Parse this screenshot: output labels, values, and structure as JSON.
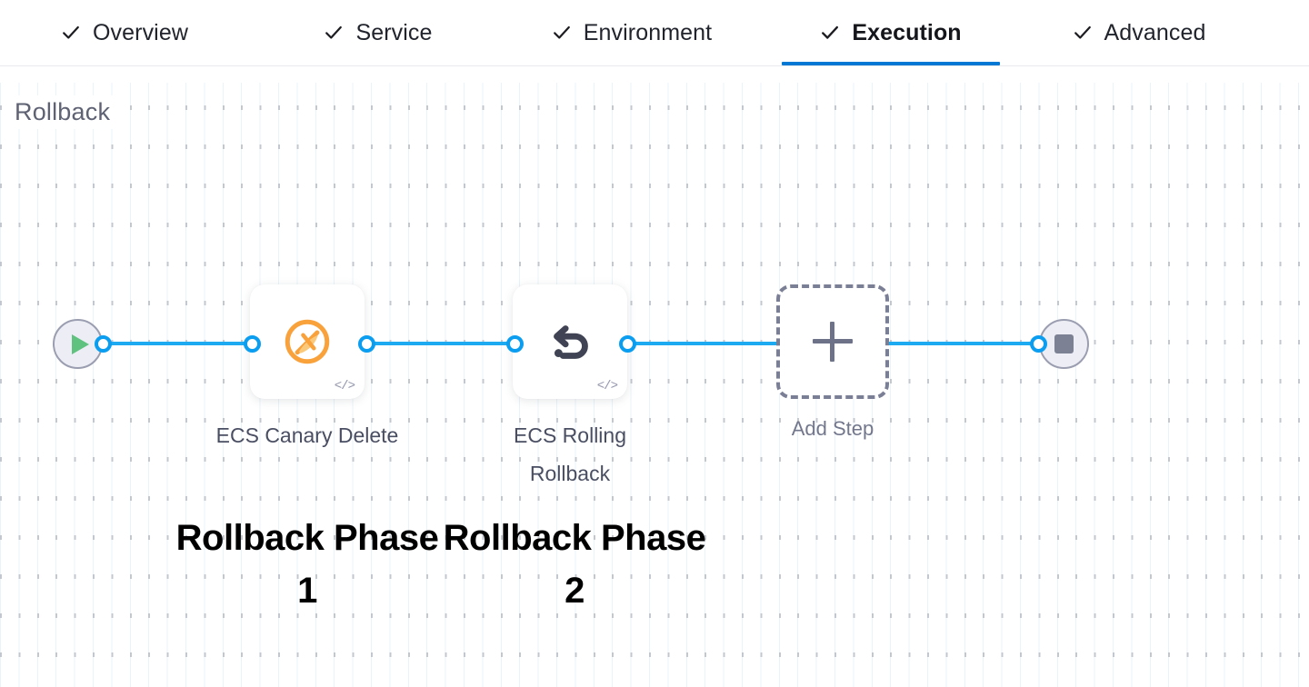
{
  "tabs": [
    {
      "label": "Overview",
      "icon": "check-icon",
      "active": false
    },
    {
      "label": "Service",
      "icon": "check-icon",
      "active": false
    },
    {
      "label": "Environment",
      "icon": "check-icon",
      "active": false
    },
    {
      "label": "Execution",
      "icon": "check-icon",
      "active": true
    },
    {
      "label": "Advanced",
      "icon": "check-icon",
      "active": false
    }
  ],
  "canvas": {
    "section_title": "Rollback",
    "start_node": {
      "name": "start-node",
      "icon": "play-icon"
    },
    "end_node": {
      "name": "end-node",
      "icon": "stop-icon"
    },
    "steps": [
      {
        "label": "ECS Canary Delete",
        "icon": "ecs-canary-delete-icon",
        "badge": "</>",
        "annotation": "Rollback Phase 1"
      },
      {
        "label": "ECS Rolling Rollback",
        "icon": "rollback-undo-icon",
        "badge": "</>",
        "annotation": "Rollback Phase 2"
      }
    ],
    "add_step": {
      "label": "Add Step",
      "icon": "plus-icon"
    }
  },
  "colors": {
    "accent_blue": "#0278d5",
    "connector_blue": "#1eaaf1",
    "port_blue": "#0b9ef0",
    "ecs_orange": "#f9a13a",
    "play_green": "#5fc27e",
    "terminal_fill": "#edeef5",
    "stop_gray": "#7d8194",
    "heading_gray": "#5e6273",
    "dashed_gray": "#7b7f95"
  }
}
